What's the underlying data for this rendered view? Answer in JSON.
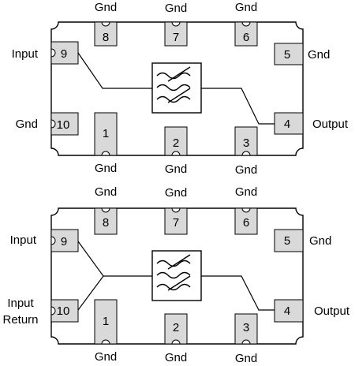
{
  "colors": {
    "pad_fill": "#d9d9d9",
    "line": "#000000",
    "background": "#ffffff"
  },
  "icons": {
    "filter_symbol": "bandpass-filter-icon"
  },
  "packages": [
    {
      "id": "top",
      "side_labels": {
        "left_upper": [
          "Input"
        ],
        "left_lower": [
          "Gnd"
        ],
        "right_upper": [
          "Gnd"
        ],
        "right_lower": [
          "Output"
        ]
      },
      "top_labels": [
        "Gnd",
        "Gnd",
        "Gnd"
      ],
      "bottom_labels": [
        "Gnd",
        "Gnd",
        "Gnd"
      ],
      "pins": {
        "p9": "9",
        "p10": "10",
        "p8": "8",
        "p7": "7",
        "p6": "6",
        "p5": "5",
        "p4": "4",
        "p1": "1",
        "p2": "2",
        "p3": "3"
      }
    },
    {
      "id": "bottom",
      "side_labels": {
        "left_upper": [
          "Input"
        ],
        "left_lower": [
          "Input",
          "Return"
        ],
        "right_upper": [
          "Gnd"
        ],
        "right_lower": [
          "Output"
        ]
      },
      "top_labels": [
        "Gnd",
        "Gnd",
        "Gnd"
      ],
      "bottom_labels": [
        "Gnd",
        "Gnd",
        "Gnd"
      ],
      "pins": {
        "p9": "9",
        "p10": "10",
        "p8": "8",
        "p7": "7",
        "p6": "6",
        "p5": "5",
        "p4": "4",
        "p1": "1",
        "p2": "2",
        "p3": "3"
      }
    }
  ]
}
